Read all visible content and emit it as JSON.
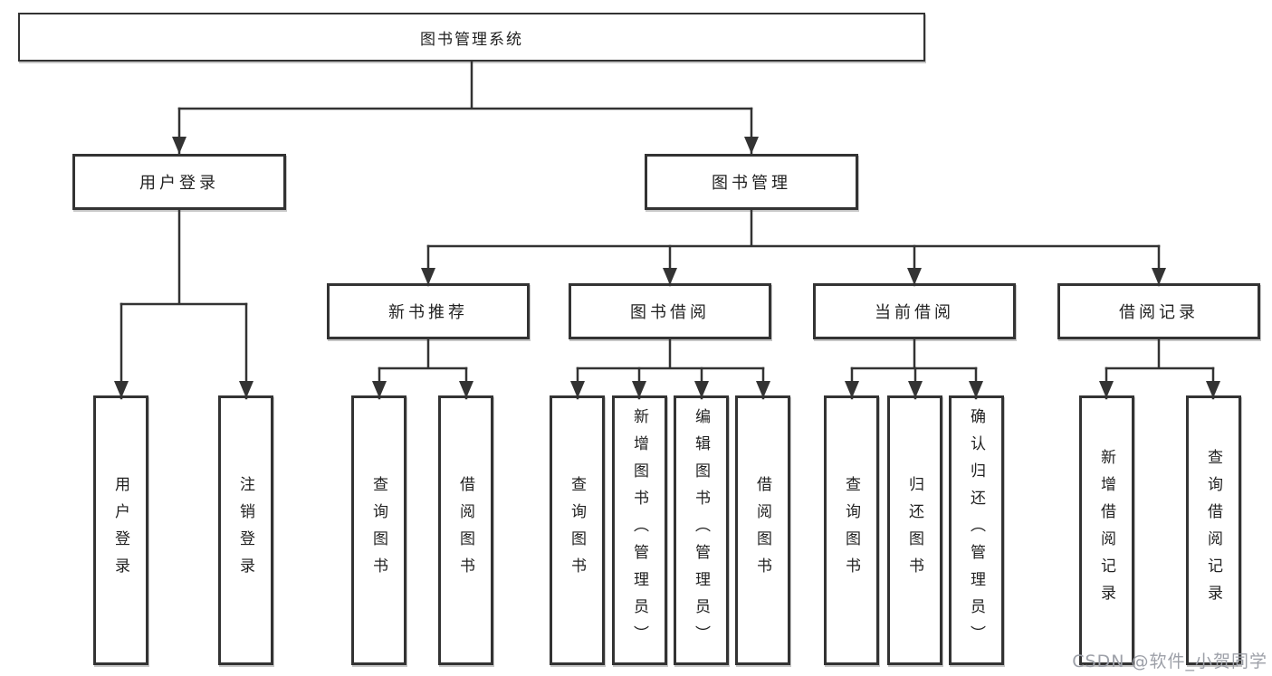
{
  "diagram": {
    "root": {
      "label": "图书管理系统"
    },
    "level2": [
      {
        "label": "用户登录",
        "children": [
          "用户登录",
          "注销登录"
        ]
      },
      {
        "label": "图书管理"
      }
    ],
    "level3": [
      {
        "label": "新书推荐",
        "children": [
          "查询图书",
          "借阅图书"
        ]
      },
      {
        "label": "图书借阅",
        "children": [
          "查询图书",
          "新增图书（管理员）",
          "编辑图书（管理员）",
          "借阅图书"
        ]
      },
      {
        "label": "当前借阅",
        "children": [
          "查询图书",
          "归还图书",
          "确认归还（管理员）"
        ]
      },
      {
        "label": "借阅记录",
        "children": [
          "新增借阅记录",
          "查询借阅记录"
        ]
      }
    ]
  },
  "watermark": "CSDN @软件_小贺同学",
  "colors": {
    "line": "#333333",
    "box_border": "#333333",
    "text": "#222222",
    "watermark": "#9da0a8",
    "background": "#ffffff"
  }
}
